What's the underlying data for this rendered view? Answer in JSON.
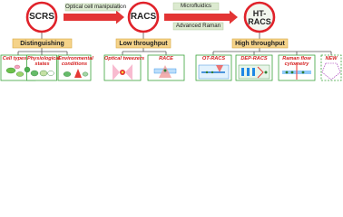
{
  "nodes": {
    "scrs": "SCRS",
    "racs": "RACS",
    "htracs": "HT-\nRACS"
  },
  "arrows": {
    "optical_manipulation": "Optical cell manipulation",
    "microfluidics": "Microfluidics",
    "advanced_raman": "Advanced Raman"
  },
  "categories": {
    "distinguishing": "Distinguishing",
    "low_throughput": "Low throughput",
    "high_throughput": "High throughput"
  },
  "items": {
    "cell_types": "Cell types",
    "physiological_states_l1": "Physiological",
    "physiological_states_l2": "states",
    "environmental_l1": "Environmental",
    "environmental_l2": "conditions",
    "optical_tweezers": "Optical tweezers",
    "race": "RACE",
    "ot_racs": "OT-RACS",
    "dep_racs": "DEP-RACS",
    "raman_flow_l1": "Raman flow",
    "raman_flow_l2": "cytometry",
    "new": "NEW"
  },
  "colors": {
    "circle_ring": "#e0222a",
    "circle_fill": "#ffffff",
    "arrow_fill": "#e33434",
    "label_box": "#dcead0",
    "category_box": "#f5d38a",
    "category_border": "#d8a840",
    "item_border": "#3aa33a",
    "item_text": "#d42020",
    "tree_line": "#555555",
    "htracs_fill": "#f2f7ef"
  },
  "icons": [
    "cell-cluster-icon",
    "cell-states-icon",
    "environment-icon",
    "laser-trap-icon",
    "race-chip-icon",
    "ot-racs-chip-icon",
    "dep-racs-chip-icon",
    "flow-cytometry-icon",
    "unknown-icon"
  ]
}
